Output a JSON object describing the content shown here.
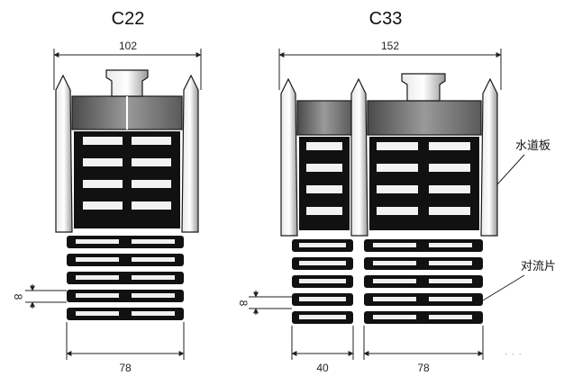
{
  "models": [
    {
      "name": "C22",
      "total_width": "102",
      "fin_width": "78",
      "fin_pitch": "8"
    },
    {
      "name": "C33",
      "total_width": "152",
      "fin_width_a": "40",
      "fin_width_b": "78",
      "fin_pitch": "8"
    }
  ],
  "labels": {
    "water_panel": "水道板",
    "fin": "对流片"
  },
  "watermark": "· · ·",
  "colors": {
    "outline": "#1a1a1a",
    "fin_dark": "#111111",
    "panel_gray": "#8f8f8f",
    "panel_light": "#d9d9d9"
  }
}
